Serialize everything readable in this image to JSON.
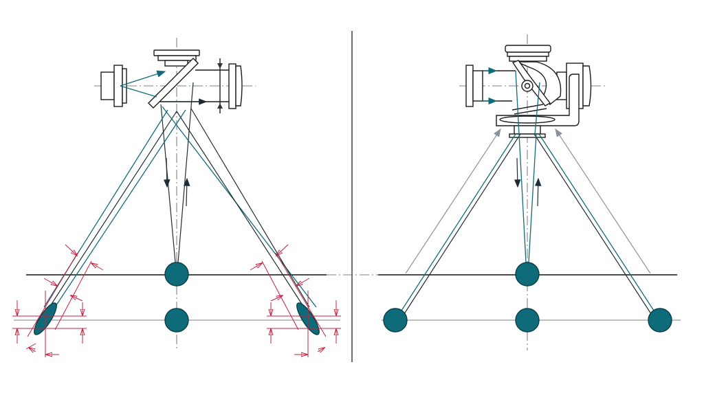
{
  "diagram": {
    "title": "",
    "panels": [
      {
        "name": "left",
        "description_items": [
          "beam-splitter-head",
          "sensor-spots",
          "tolerance-dimensions"
        ]
      },
      {
        "name": "right",
        "description_items": [
          "rotating-mirror-head",
          "sensor-spots"
        ]
      }
    ],
    "colors": {
      "beam": "#0e6b7a",
      "dimension": "#c4213f",
      "outline": "#1a1a1a",
      "axis": "#555555",
      "guide": "#8a9499"
    }
  }
}
